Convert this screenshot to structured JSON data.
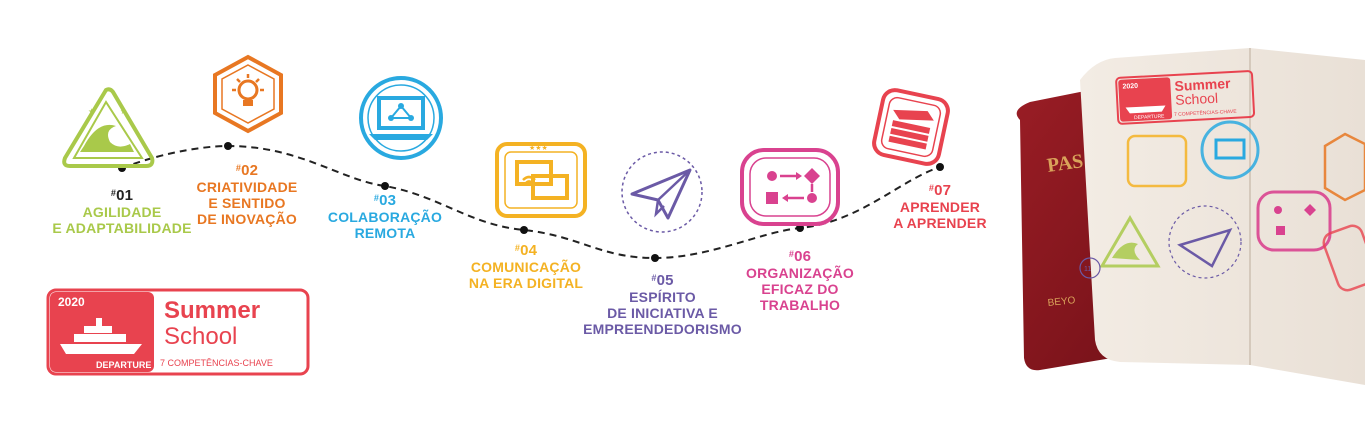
{
  "badge": {
    "year": "2020",
    "title_line1": "Summer",
    "title_line2": "School",
    "departure": "DEPARTURE",
    "subtitle": "7 COMPETÊNCIAS-CHAVE"
  },
  "passport": {
    "cover_text": "PAS",
    "bottom_text": "BEYO",
    "badge_year": "2020",
    "badge_title1": "Summer",
    "badge_title2": "School",
    "badge_departure": "DEPARTURE",
    "badge_subtitle": "7 COMPETÊNCIAS-CHAVE",
    "stamp_number": "11"
  },
  "stages": [
    {
      "num": "01",
      "label": "AGILIDADE\nE ADAPTABILIDADE",
      "color": "#a9c94a",
      "icon": "wave-triangle-icon"
    },
    {
      "num": "02",
      "label": "CRIATIVIDADE\nE SENTIDO\nDE INOVAÇÃO",
      "color": "#e87722",
      "icon": "lightbulb-icon"
    },
    {
      "num": "03",
      "label": "COLABORAÇÃO\nREMOTA",
      "color": "#29a9e0",
      "icon": "laptop-network-icon"
    },
    {
      "num": "04",
      "label": "COMUNICAÇÃO\nNA ERA DIGITAL",
      "color": "#f4b223",
      "icon": "wifi-screen-icon"
    },
    {
      "num": "05",
      "label": "ESPÍRITO\nDE INICIATIVA E\nEMPREENDEDORISMO",
      "color": "#6b5aa6",
      "icon": "paper-plane-icon"
    },
    {
      "num": "06",
      "label": "ORGANIZAÇÃO\nEFICAZ DO\nTRABALHO",
      "color": "#d9428f",
      "icon": "workflow-icon"
    },
    {
      "num": "07",
      "label": "APRENDER\nA APRENDER",
      "color": "#e8434f",
      "icon": "books-icon"
    }
  ]
}
